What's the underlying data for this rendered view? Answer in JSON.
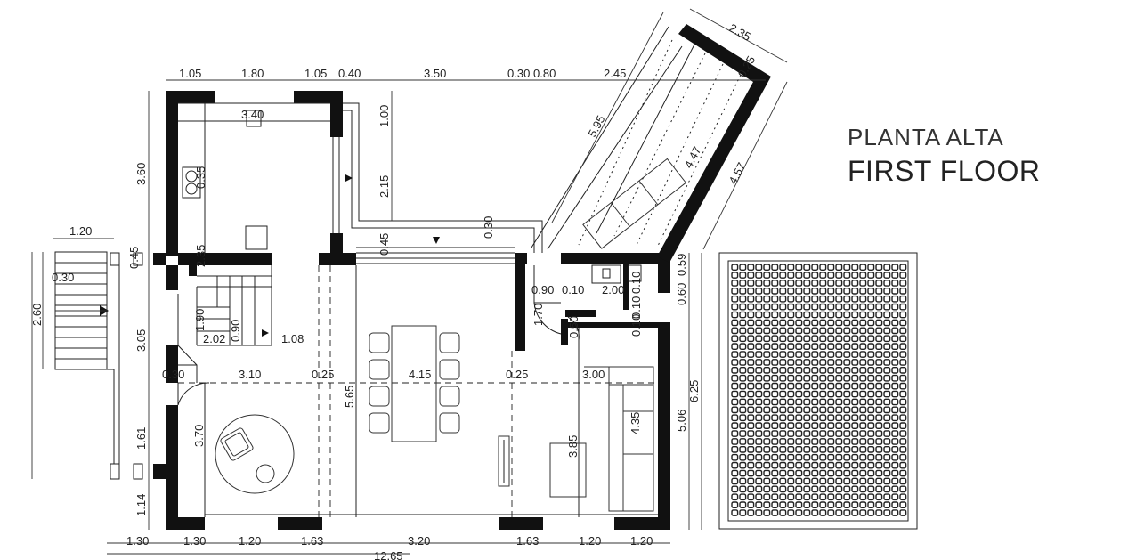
{
  "title": {
    "es": "PLANTA ALTA",
    "en": "FIRST FLOOR"
  },
  "dimensions": {
    "top": [
      "1.05",
      "1.80",
      "1.05",
      "0.40",
      "3.50",
      "0.30",
      "0.80",
      "2.45"
    ],
    "bottom": [
      "1.30",
      "1.30",
      "1.20",
      "1.63",
      "3.20",
      "1.63",
      "1.20",
      "1.20"
    ],
    "bottom_total": "12.65",
    "left": [
      "3.60",
      "0.45",
      "3.05",
      "1.61",
      "1.14"
    ],
    "right": [
      "0.59",
      "0.60",
      "6.25",
      "5.06"
    ],
    "kitchen": [
      "3.40",
      "0.35",
      "1.00",
      "2.15",
      "0.45",
      "0.30"
    ],
    "stair": [
      "2.35",
      "1.90",
      "2.02",
      "0.90",
      "1.08"
    ],
    "living": [
      "0.30",
      "3.10",
      "0.25",
      "4.15",
      "0.25",
      "3.00",
      "3.70",
      "5.65",
      "3.85",
      "4.35"
    ],
    "bath": [
      "0.90",
      "0.10",
      "2.00",
      "0.10",
      "1.70",
      "0.50",
      "0.10",
      "0.10"
    ],
    "terrace": [
      "2.35",
      "0.25",
      "5.95",
      "4.47",
      "4.57"
    ],
    "exterior_stair": [
      "1.20",
      "0.30",
      "2.60"
    ]
  }
}
